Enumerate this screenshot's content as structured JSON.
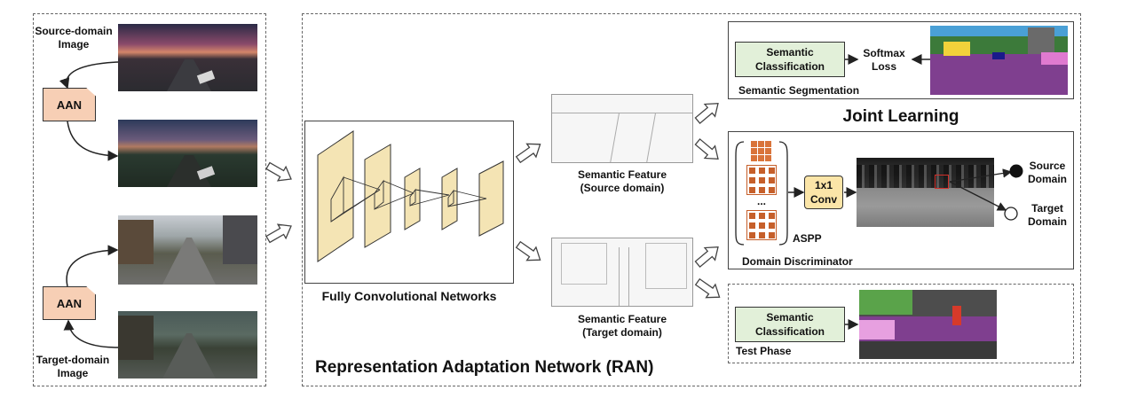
{
  "left_panel": {
    "source_label": "Source-domain\nImage",
    "target_label": "Target-domain\nImage",
    "aan_top": "AAN",
    "aan_bottom": "AAN"
  },
  "ran": {
    "title": "Representation Adaptation Network (RAN)",
    "fcn_label": "Fully Convolutional Networks",
    "feature_source_label": "Semantic Feature\n(Source domain)",
    "feature_target_label": "Semantic Feature\n(Target domain)"
  },
  "segmentation": {
    "classifier": "Semantic\nClassification",
    "loss": "Softmax\nLoss",
    "caption": "Semantic Segmentation"
  },
  "joint_learning": "Joint Learning",
  "discriminator": {
    "conv": "1x1\nConv",
    "ellipsis": "...",
    "aspp": "ASPP",
    "caption": "Domain Discriminator",
    "source_out": "Source\nDomain",
    "target_out": "Target\nDomain"
  },
  "test": {
    "classifier": "Semantic\nClassification",
    "caption": "Test Phase"
  },
  "colors": {
    "aan_fill": "#f7cfb5",
    "semantic_fill": "#e2f0d9",
    "conv_fill": "#fbe5a8",
    "fcn_layer_fill": "#f4e4b4",
    "road_purple": "#7f3f8f",
    "discriminator_mark": "#d0302a"
  }
}
